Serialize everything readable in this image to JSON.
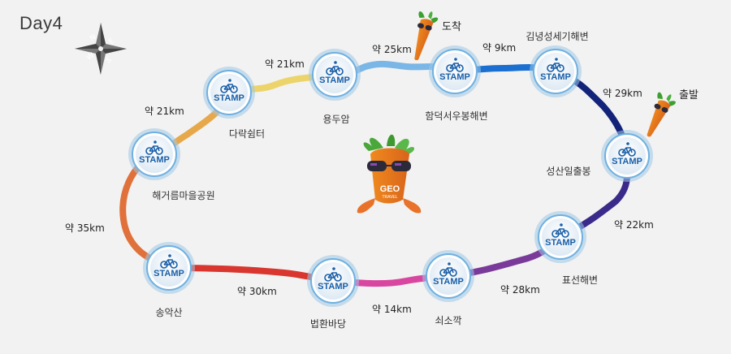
{
  "title": "Day4",
  "compass": {
    "icon": "compass-icon",
    "letters": [
      "N",
      "E",
      "S",
      "W"
    ]
  },
  "stamp_text": "STAMP",
  "stations": [
    {
      "id": "seongsan",
      "name": "성산일출봉"
    },
    {
      "id": "gimnyeong",
      "name": "김녕성세기해변"
    },
    {
      "id": "hamdeok",
      "name": "함덕서우봉해변"
    },
    {
      "id": "yongduam",
      "name": "용두암"
    },
    {
      "id": "darak",
      "name": "다락쉼터"
    },
    {
      "id": "haegeoreum",
      "name": "해거름마을공원"
    },
    {
      "id": "songaksan",
      "name": "송악산"
    },
    {
      "id": "beophwan",
      "name": "법환바당"
    },
    {
      "id": "soesokkak",
      "name": "쇠소깍"
    },
    {
      "id": "pyoseon",
      "name": "표선해변"
    }
  ],
  "segments": [
    {
      "distance": "약 29km",
      "color": "#14237a"
    },
    {
      "distance": "약 9km",
      "color": "#1a6fd0"
    },
    {
      "distance": "약 25km",
      "color": "#7ab6e6"
    },
    {
      "distance": "약 21km",
      "color": "#ecd46a"
    },
    {
      "distance": "약 21km",
      "color": "#e6a84a"
    },
    {
      "distance": "약 35km",
      "color": "#e0713a"
    },
    {
      "distance": "약 30km",
      "color": "#d8362e"
    },
    {
      "distance": "약 14km",
      "color": "#d846a0"
    },
    {
      "distance": "약 28km",
      "color": "#7a3a9a"
    },
    {
      "distance": "약 22km",
      "color": "#3a2a8a"
    }
  ],
  "markers": {
    "start": {
      "label": "출발",
      "icon": "carrot-icon"
    },
    "finish": {
      "label": "도착",
      "icon": "carrot-icon"
    }
  },
  "mascot": {
    "icon": "carrot-mascot-icon",
    "line1": "GEO",
    "line2": "TRAVEL"
  },
  "colors": {
    "stamp_blue": "#1a5fa8",
    "ring": "#9fc9e8"
  }
}
